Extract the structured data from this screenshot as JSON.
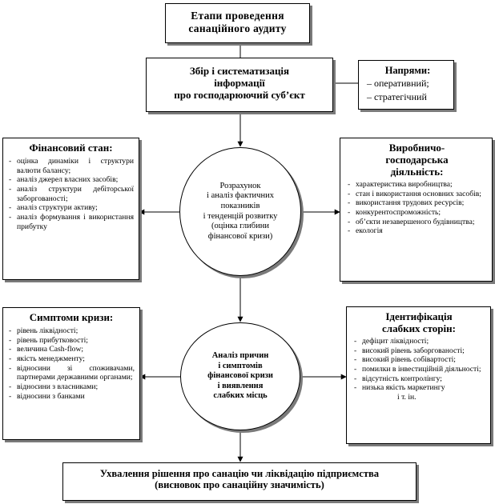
{
  "title": {
    "line1": "Етапи проведення",
    "line2": "санаційного аудиту"
  },
  "collection": {
    "line1": "Збір і систематизація",
    "line2": "інформації",
    "line3": "про господарюючий суб’єкт"
  },
  "directions": {
    "heading": "Напрями:",
    "items": [
      "оперативний;",
      "стратегічний"
    ]
  },
  "financial": {
    "heading": "Фінансовий стан:",
    "items": [
      "оцінка динаміки і структури валюти балансу;",
      "аналіз джерел власних засобів;",
      "аналіз структури дебіторської заборгованості;",
      "аналіз структури активу;",
      "аналіз формування і використання прибутку"
    ]
  },
  "production": {
    "heading_line1": "Виробничо-",
    "heading_line2": "господарська",
    "heading_line3": "діяльність:",
    "items": [
      "характеристика виробництва;",
      "стан і використання основних засобів;",
      "використання трудових ресурсів;",
      "конкурентоспроможність;",
      "об’єкти незавершеного будівництва;",
      "екологія"
    ]
  },
  "calc": {
    "line1": "Розрахунок",
    "line2": "і аналіз фактичних",
    "line3": "показників",
    "line4": "і тенденцій розвитку",
    "line5": "(оцінка глибини",
    "line6": "фінансової кризи)"
  },
  "symptoms": {
    "heading": "Симптоми кризи:",
    "items": [
      "рівень ліквідності;",
      "рівень прибутковості;",
      "величина Cash-flow;",
      "якість менеджменту;",
      "відносини зі споживачами, партнерами державними органами;",
      "відносини з власниками;",
      "відносини з банками"
    ]
  },
  "weak": {
    "heading_line1": "Ідентифікація",
    "heading_line2": "слабких сторін:",
    "items": [
      "дефіцит ліквідності;",
      "високий рівень заборгованості;",
      "високий рівень собівартості;",
      "помилки в інвестиційній діяльності;",
      "відсутність контролінгу;",
      "низька якість маркетингу"
    ],
    "etc": "і т. ін."
  },
  "analysis": {
    "line1": "Аналіз причин",
    "line2": "і симптомів",
    "line3": "фінансової кризи",
    "line4": "і виявлення",
    "line5": "слабких місць"
  },
  "decision": {
    "line1": "Ухвалення рішення про санацію чи ліквідацію підприємства",
    "line2": "(висновок про санаційну значимість)"
  }
}
